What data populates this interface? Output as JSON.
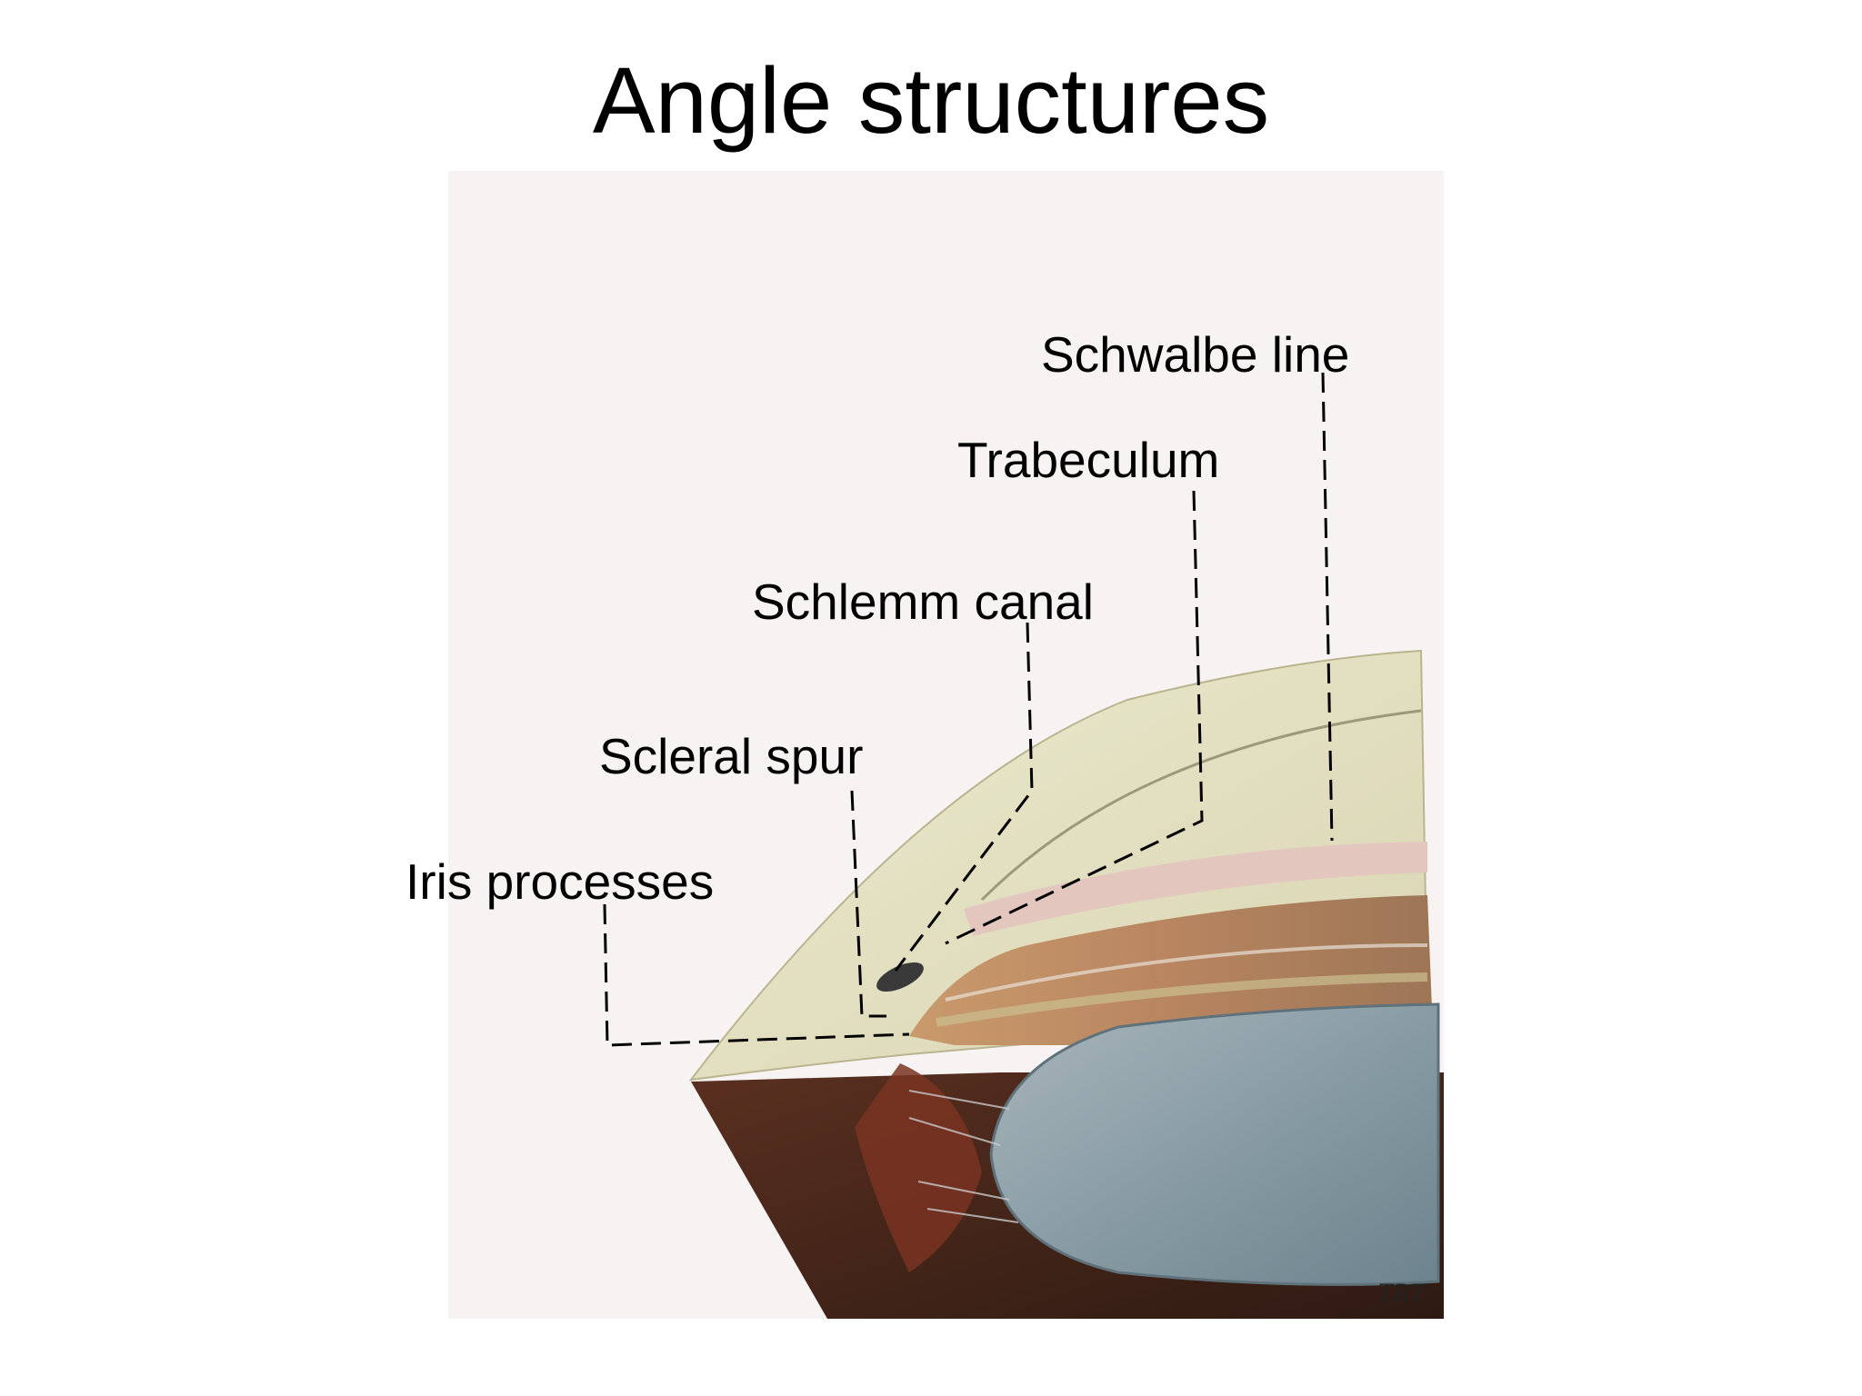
{
  "slide": {
    "title": "Angle structures"
  },
  "labels": {
    "schwalbe_line": "Schwalbe line",
    "trabeculum": "Trabeculum",
    "schlemm_canal": "Schlemm canal",
    "scleral_spur": "Scleral spur",
    "iris_processes": "Iris processes"
  },
  "illustration": {
    "signature": "TRT"
  },
  "colors": {
    "sclera": "#e7e4c8",
    "lens": "#8a9ea6",
    "iris": "#6b3520",
    "ciliary_body": "#4a2a1c",
    "background_panel": "#f7f3f3"
  }
}
